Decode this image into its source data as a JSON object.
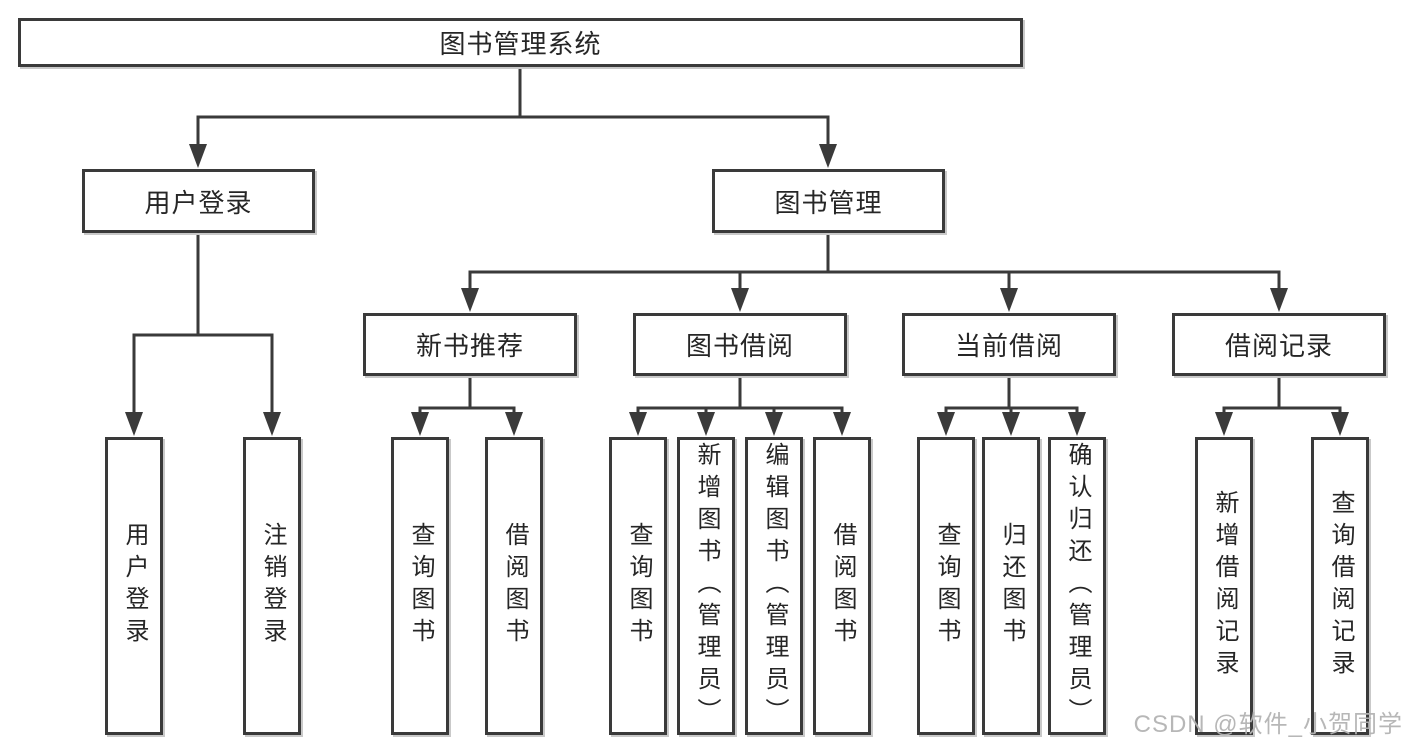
{
  "diagram": {
    "root": {
      "label": "图书管理系统"
    },
    "level2": [
      {
        "label": "用户登录"
      },
      {
        "label": "图书管理"
      }
    ],
    "level3": [
      {
        "label": "新书推荐"
      },
      {
        "label": "图书借阅"
      },
      {
        "label": "当前借阅"
      },
      {
        "label": "借阅记录"
      }
    ],
    "leaves": [
      {
        "label": "用户登录"
      },
      {
        "label": "注销登录"
      },
      {
        "label": "查询图书"
      },
      {
        "label": "借阅图书"
      },
      {
        "label": "查询图书"
      },
      {
        "label": "新增图书（管理员）"
      },
      {
        "label": "编辑图书（管理员）"
      },
      {
        "label": "借阅图书"
      },
      {
        "label": "查询图书"
      },
      {
        "label": "归还图书"
      },
      {
        "label": "确认归还（管理员）"
      },
      {
        "label": "新增借阅记录"
      },
      {
        "label": "查询借阅记录"
      }
    ],
    "colors": {
      "line": "#3a3a3a",
      "text": "#262626",
      "watermark": "#b4b4b4",
      "background": "#ffffff"
    },
    "watermark": "CSDN @软件_小贺同学"
  }
}
